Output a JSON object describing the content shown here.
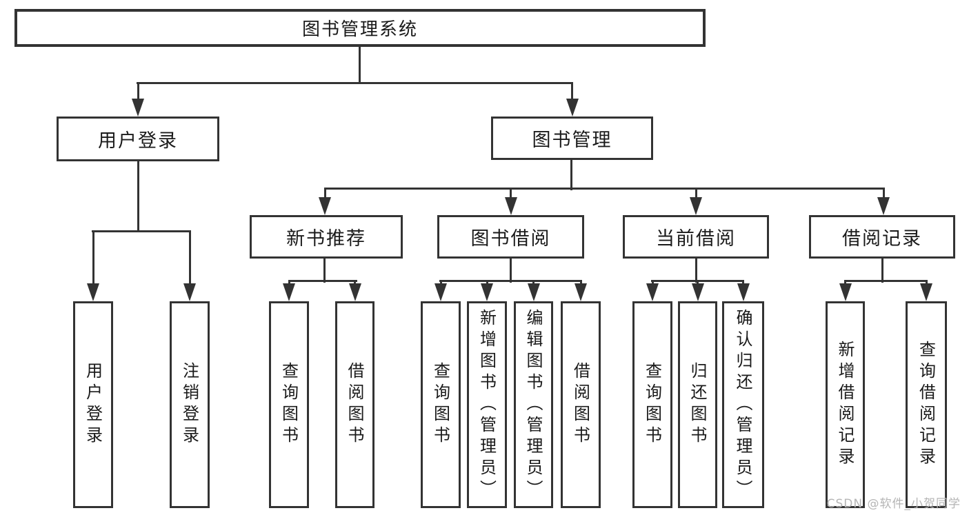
{
  "title": {
    "label": "图书管理系统"
  },
  "level2": {
    "user_login": {
      "label": "用户登录"
    },
    "book_management": {
      "label": "图书管理"
    }
  },
  "level3": {
    "new_book_recommend": {
      "label": "新书推荐"
    },
    "book_borrow": {
      "label": "图书借阅"
    },
    "current_borrow": {
      "label": "当前借阅"
    },
    "borrow_record": {
      "label": "借阅记录"
    }
  },
  "leaves": {
    "user_login": [
      {
        "label": "用户登录"
      },
      {
        "label": "注销登录"
      }
    ],
    "new_book_recommend": [
      {
        "label": "查询图书"
      },
      {
        "label": "借阅图书"
      }
    ],
    "book_borrow": [
      {
        "label": "查询图书"
      },
      {
        "label": "新增图书（管理员）"
      },
      {
        "label": "编辑图书（管理员）"
      },
      {
        "label": "借阅图书"
      }
    ],
    "current_borrow": [
      {
        "label": "查询图书"
      },
      {
        "label": "归还图书"
      },
      {
        "label": "确认归还（管理员）"
      }
    ],
    "borrow_record": [
      {
        "label": "新增借阅记录"
      },
      {
        "label": "查询借阅记录"
      }
    ]
  },
  "watermark": {
    "text": "CSDN @软件_小贺同学"
  },
  "colors": {
    "line": "#333333",
    "text": "#1a1a1a",
    "background": "#ffffff",
    "watermark": "#b5b5b5"
  }
}
